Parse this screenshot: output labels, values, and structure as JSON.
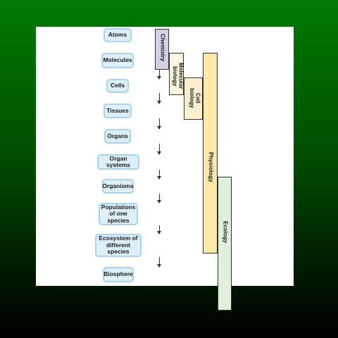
{
  "hierarchy": [
    "Atoms",
    "Molecules",
    "Cells",
    "Tissues",
    "Organs",
    "Organ systems",
    "Organisms",
    "Populations of one species",
    "Ecosystem of different species",
    "Biosphere"
  ],
  "disciplines": {
    "chemistry": "Chemistry",
    "molecular_biology": "Molecular biology",
    "cell_biology": "Cell biology",
    "physiology": "Physiology",
    "ecology": "Ecology"
  },
  "colors": {
    "node_fill": "#dceffa",
    "node_border": "#a9d3ea",
    "chemistry": "#d5cfe6",
    "molecular_biology": "#fcf4dc",
    "cell_biology": "#fcefd0",
    "physiology": "#fbe9a8",
    "ecology": "#e2efdb"
  }
}
